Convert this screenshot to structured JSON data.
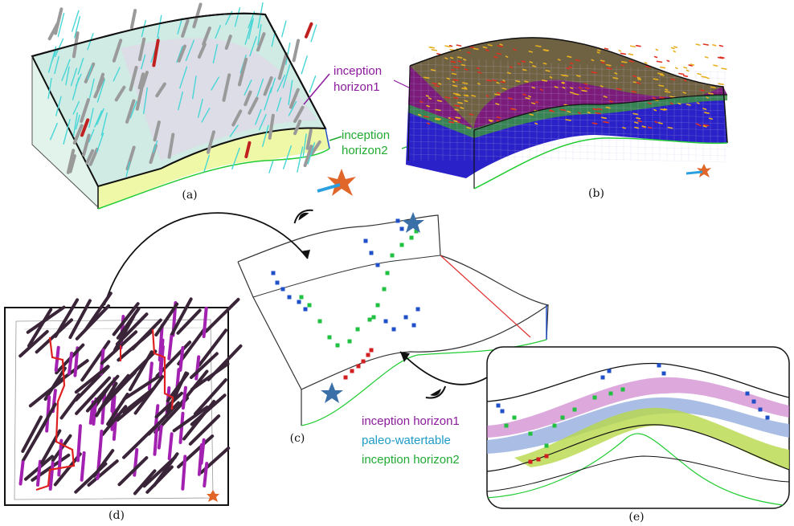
{
  "captions": {
    "a": "(a)",
    "b": "(b)",
    "c": "(c)",
    "d": "(d)",
    "e": "(e)"
  },
  "labels": {
    "inception1_line1": "inception",
    "inception1_line2": "horizon1",
    "inception2_line1": "inception",
    "inception2_line2": "horizon2",
    "e_h1": "inception horizon1",
    "e_pw": "paleo-watertable",
    "e_h2": "inception horizon2"
  },
  "colors": {
    "horizon1": "#8b1a9c",
    "paleo": "#1f9bc7",
    "horizon2": "#22aa33",
    "path_red": "#d21e1e",
    "path_blue": "#2050c8",
    "path_green": "#22c040",
    "star": "#3b6fa8",
    "fracture_cyan": "#47d6d6",
    "fracture_gray": "#9a9a9a",
    "fracture_purple": "#a321b0",
    "fracture_dark": "#3a2438"
  },
  "icons": [
    "star-icon",
    "eye-icon",
    "compass-icon"
  ]
}
